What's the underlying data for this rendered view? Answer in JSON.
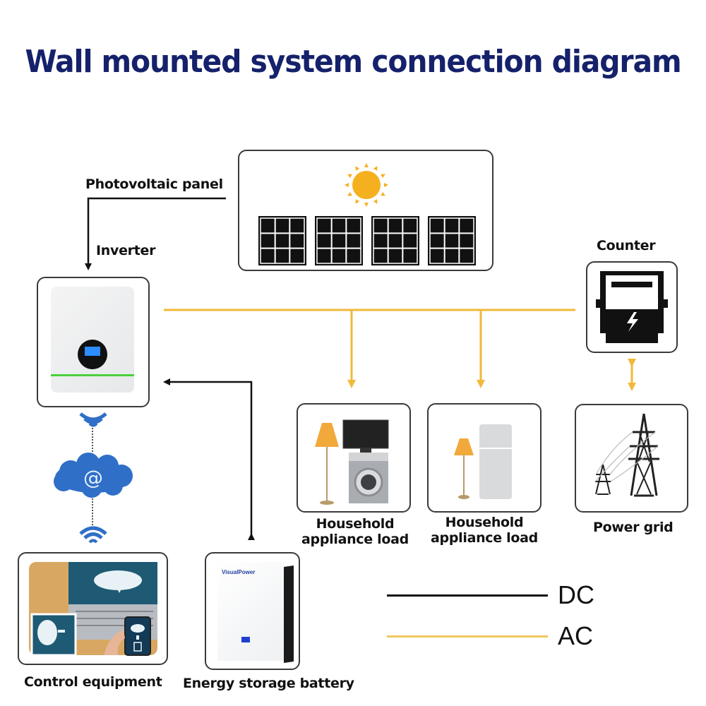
{
  "title": "Wall mounted system connection diagram",
  "colors": {
    "title": "#15216b",
    "dc_line": "#111111",
    "ac_line": "#f0b93a",
    "sun": "#f5b020",
    "cloud": "#2f6fc8",
    "inverter_stripe": "#4cd13c"
  },
  "labels": {
    "photovoltaic_panel": "Photovoltaic panel",
    "inverter": "Inverter",
    "counter": "Counter",
    "household_load_1_line1": "Household",
    "household_load_1_line2": "appliance load",
    "household_load_2_line1": "Household",
    "household_load_2_line2": "appliance load",
    "power_grid": "Power grid",
    "control_equipment": "Control equipment",
    "energy_storage_battery": "Energy storage battery",
    "cloud_symbol": "@",
    "battery_brand": "VisualPower"
  },
  "legend": [
    {
      "key": "dc",
      "label": "DC",
      "color": "#111111"
    },
    {
      "key": "ac",
      "label": "AC",
      "color": "#f0b93a"
    }
  ],
  "nodes": [
    {
      "id": "pv",
      "name": "Photovoltaic panel",
      "panel_count": 4
    },
    {
      "id": "inverter",
      "name": "Inverter"
    },
    {
      "id": "counter",
      "name": "Counter"
    },
    {
      "id": "load1",
      "name": "Household appliance load"
    },
    {
      "id": "load2",
      "name": "Household appliance load"
    },
    {
      "id": "grid",
      "name": "Power grid"
    },
    {
      "id": "control",
      "name": "Control equipment"
    },
    {
      "id": "battery",
      "name": "Energy storage battery"
    }
  ],
  "edges": [
    {
      "from": "pv",
      "to": "inverter",
      "type": "DC",
      "direction": "one-way"
    },
    {
      "from": "inverter",
      "to": "battery",
      "type": "DC",
      "direction": "two-way"
    },
    {
      "from": "inverter",
      "to": "counter",
      "type": "AC",
      "direction": "bus"
    },
    {
      "from": "bus",
      "to": "load1",
      "type": "AC",
      "direction": "one-way"
    },
    {
      "from": "bus",
      "to": "load2",
      "type": "AC",
      "direction": "one-way"
    },
    {
      "from": "counter",
      "to": "grid",
      "type": "AC",
      "direction": "two-way"
    },
    {
      "from": "inverter",
      "to": "control",
      "type": "wireless",
      "direction": "two-way"
    }
  ]
}
